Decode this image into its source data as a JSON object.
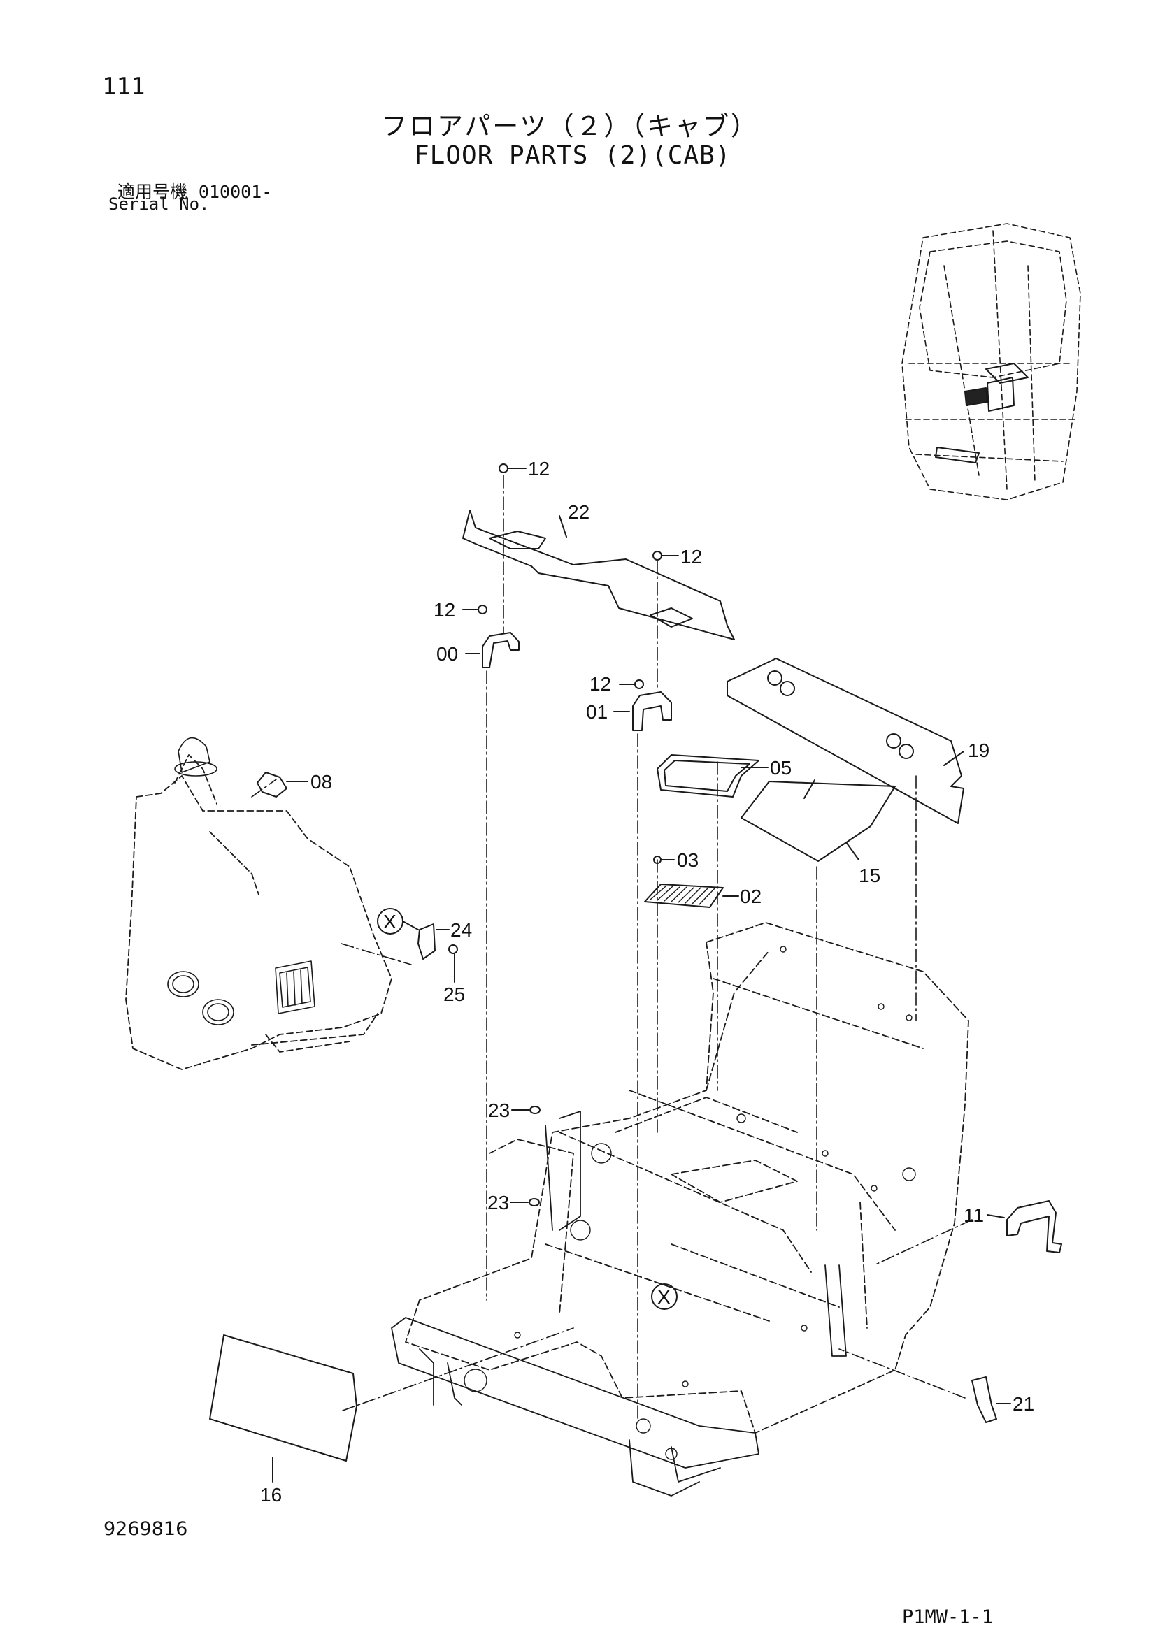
{
  "header": {
    "page_number": "111",
    "title_jp": "フロアパーツ（２）（キャブ）",
    "title_en": "FLOOR PARTS (2)(CAB)",
    "serial_label_jp": "適用号機",
    "serial_value": "010001-",
    "serial_label_en": "Serial No."
  },
  "footer": {
    "drawing_number": "9269816",
    "sheet_code": "P1MW-1-1"
  },
  "callouts": {
    "c12a": "12",
    "c22": "22",
    "c12b": "12",
    "c12c": "12",
    "c00": "00",
    "c12d": "12",
    "c01": "01",
    "c19": "19",
    "c05": "05",
    "c08": "08",
    "c03": "03",
    "c15": "15",
    "c02": "02",
    "c24": "24",
    "c25": "25",
    "c23a": "23",
    "c23b": "23",
    "c11": "11",
    "c21": "21",
    "c16": "16"
  },
  "markers": {
    "x1": "X",
    "x2": "X"
  }
}
